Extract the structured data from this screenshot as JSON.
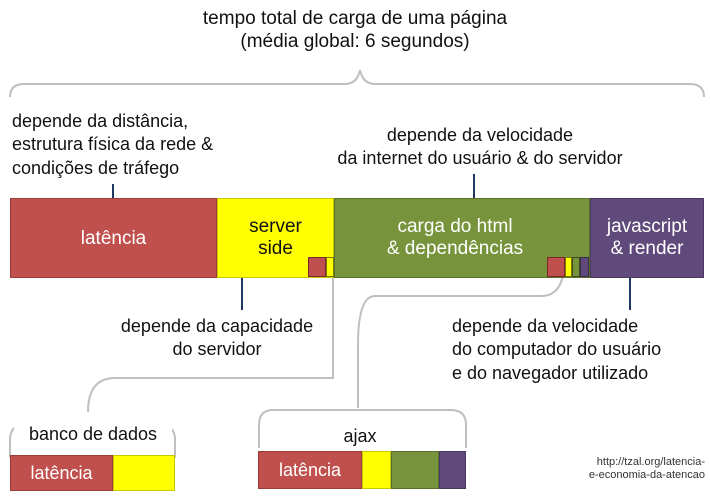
{
  "title": {
    "line1": "tempo total de carga de uma página",
    "line2": "(média global: 6 segundos)"
  },
  "annotations": {
    "latency_note": [
      "depende da distância,",
      "estrutura física da rede &",
      "condições de tráfego"
    ],
    "network_note": [
      "depende da velocidade",
      "da internet do usuário & do servidor"
    ],
    "server_note": [
      "depende da capacidade",
      "do servidor"
    ],
    "client_note": [
      "depende da velocidade",
      "do computador do usuário",
      "e do navegador utilizado"
    ]
  },
  "bar": {
    "latency": "latência",
    "server": [
      "server",
      "side"
    ],
    "html": [
      "carga do html",
      "& dependências"
    ],
    "js": [
      "javascript",
      "& render"
    ]
  },
  "sub": {
    "db_title": "banco de dados",
    "db_latency": "latência",
    "ajax_title": "ajax",
    "ajax_latency": "latência"
  },
  "source": [
    "http://tzal.org/latencia-",
    "e-economia-da-atencao"
  ],
  "colors": {
    "latency": "#c0504d",
    "server": "#ffff00",
    "html": "#77933c",
    "js": "#604a7b",
    "line": "#1f3864"
  }
}
